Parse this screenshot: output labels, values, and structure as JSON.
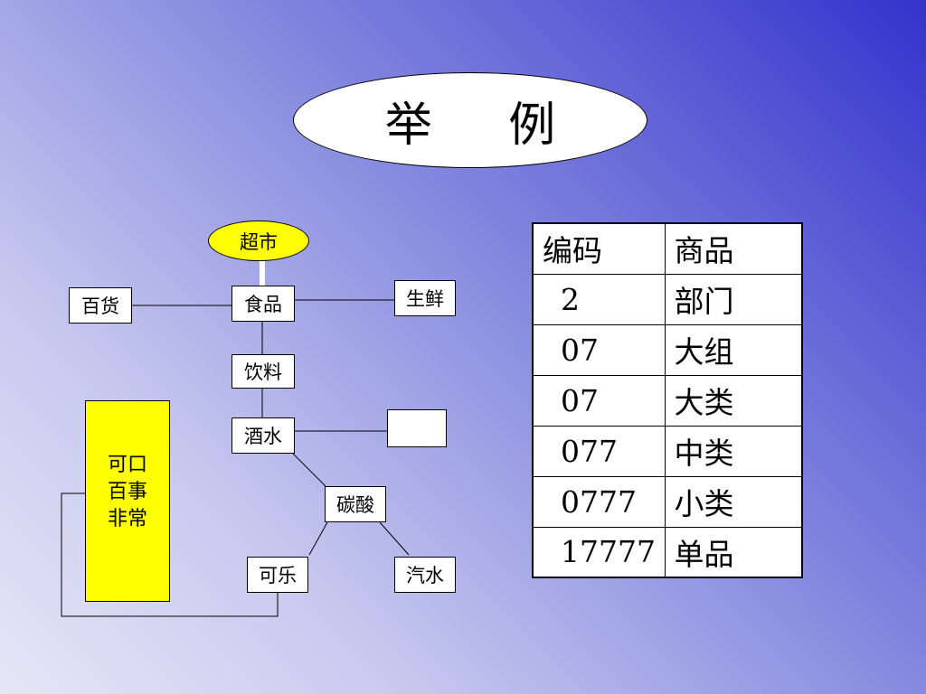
{
  "slide": {
    "title": "举 例"
  },
  "tree": {
    "root": "超市",
    "left_branch": "百货",
    "main": "食品",
    "right_branch": "生鲜",
    "level2": "饮料",
    "level3": "酒水",
    "empty_box": "",
    "level4": "碳酸",
    "leaf_left": "可乐",
    "leaf_right": "汽水",
    "brand_lines": [
      "可口",
      "百事",
      "非常"
    ]
  },
  "code_table": {
    "headers": [
      "编码",
      "商品"
    ],
    "rows": [
      {
        "code": "2",
        "level": "部门"
      },
      {
        "code": "07",
        "level": "大组"
      },
      {
        "code": "07",
        "level": "大类"
      },
      {
        "code": "077",
        "level": "中类"
      },
      {
        "code": "0777",
        "level": "小类"
      },
      {
        "code": "17777",
        "level": "单品"
      }
    ]
  },
  "colors": {
    "highlight": "#ffff00",
    "bg_dark": "#3333cc",
    "bg_light": "#e6e6f7"
  }
}
